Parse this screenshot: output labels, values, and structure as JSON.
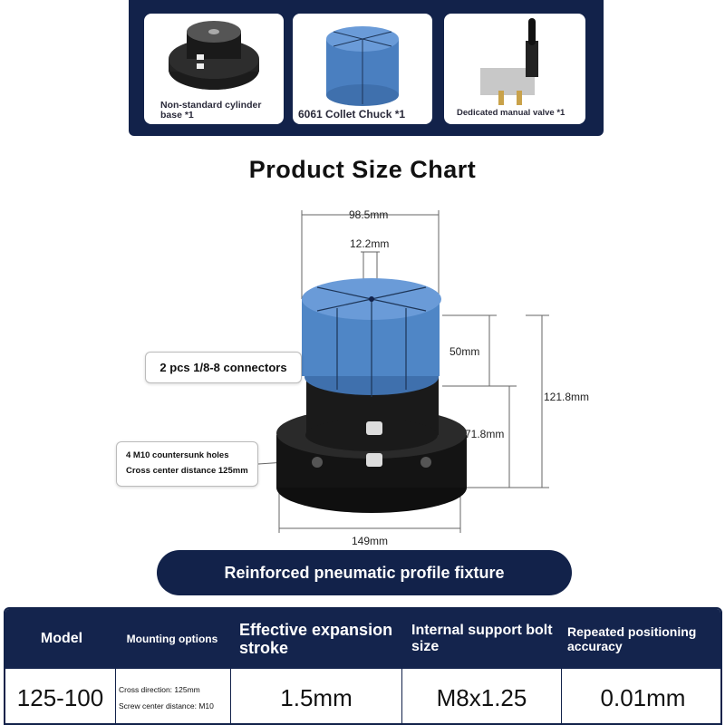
{
  "accessories": [
    {
      "label": "Non-standard cylinder base *1",
      "icon": "cylinder-base-image"
    },
    {
      "label": "6061 Collet Chuck *1",
      "icon": "collet-chuck-image"
    },
    {
      "label": "Dedicated manual valve *1",
      "icon": "manual-valve-image"
    }
  ],
  "title": "Product Size Chart",
  "dimensions": {
    "top_diameter": "98.5mm",
    "center_hole": "12.2mm",
    "chuck_height": "50mm",
    "total_height": "121.8mm",
    "base_height": "71.8mm",
    "flange_diameter": "149mm"
  },
  "callouts": {
    "connectors": "2 pcs 1/8-8 connectors",
    "holes": "4 M10 countersunk holes",
    "holes_distance": "Cross center distance 125mm"
  },
  "banner": "Reinforced pneumatic profile fixture",
  "table": {
    "headers": [
      "Model",
      "Mounting options",
      "Effective expansion stroke",
      "Internal support bolt size",
      "Repeated positioning accuracy"
    ],
    "row": {
      "model": "125-100",
      "mounting_1": "Cross direction: 125mm",
      "mounting_2": "Screw center distance: M10",
      "stroke": "1.5mm",
      "bolt": "M8x1.25",
      "accuracy": "0.01mm"
    }
  },
  "colors": {
    "navy": "#12224a",
    "blue": "#4f86c6"
  }
}
